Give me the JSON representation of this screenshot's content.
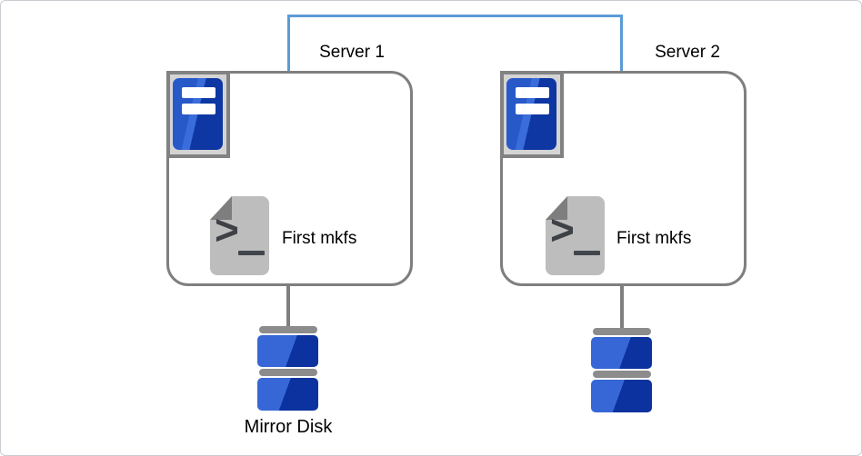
{
  "diagram": {
    "title_context": "two-server mirror disk setup",
    "servers": [
      {
        "name": "Server 1",
        "step_label": "First mkfs"
      },
      {
        "name": "Server 2",
        "step_label": "First mkfs"
      }
    ],
    "mirror_disk_label": "Mirror Disk",
    "icons": {
      "server_icon": "server-tower",
      "terminal_icon": "shell-script-document",
      "terminal_prompt_glyph": ">",
      "terminal_cursor_glyph": "_",
      "disk_icon": "stacked-disk"
    },
    "colors": {
      "link_blue": "#5b9bd5",
      "outline_gray": "#7f7f7f",
      "icon_blue_light": "#3767d6",
      "icon_blue_dark": "#0b329e",
      "document_gray": "#bdbdbd",
      "frame_fill_gray": "#d4d4d4"
    }
  }
}
